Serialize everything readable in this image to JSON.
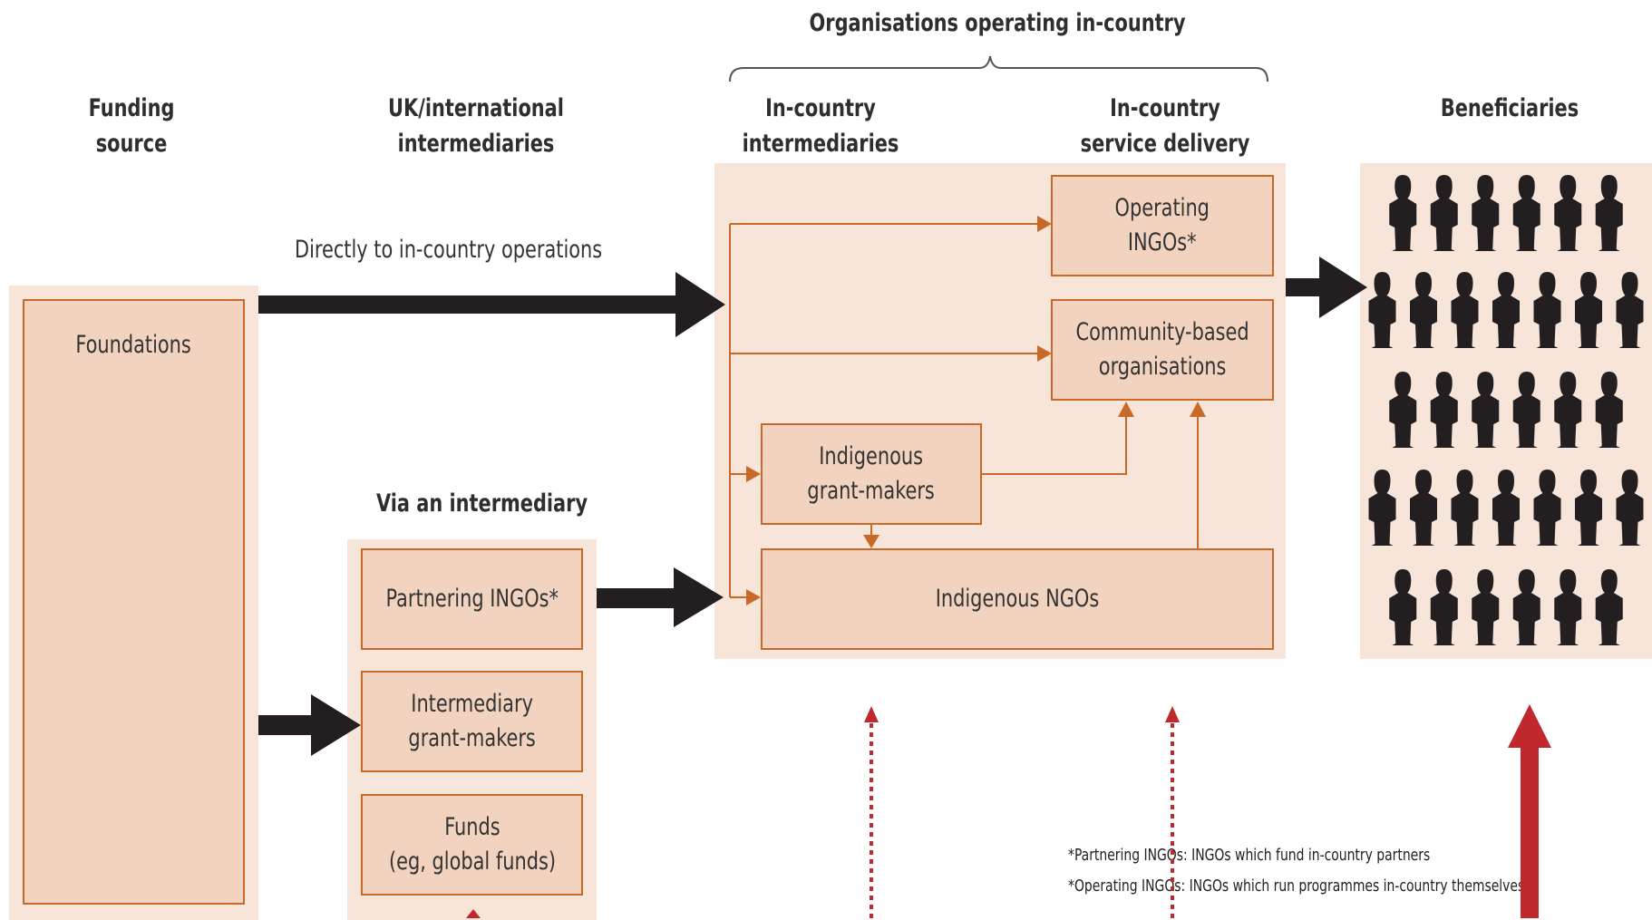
{
  "header": {
    "group_label": "Organisations operating in-country"
  },
  "columns": {
    "funding_source": "Funding\nsource",
    "uk_intermediaries": "UK/international\nintermediaries",
    "in_country_intermediaries": "In-country\nintermediaries",
    "in_country_service_delivery": "In-country\nservice delivery",
    "beneficiaries": "Beneficiaries"
  },
  "labels": {
    "direct_route": "Directly to in-country operations",
    "via_intermediary": "Via an intermediary"
  },
  "boxes": {
    "foundations": "Foundations",
    "partnering_ingos": "Partnering INGOs*",
    "intermediary_grant_makers": "Intermediary\ngrant-makers",
    "funds": "Funds\n(eg, global funds)",
    "operating_ingos": "Operating\nINGOs*",
    "community_based_orgs": "Community-based\norganisations",
    "indigenous_grant_makers": "Indigenous\ngrant-makers",
    "indigenous_ngos": "Indigenous NGOs"
  },
  "footnotes": [
    "*Partnering INGOs: INGOs which fund in-country partners",
    "*Operating INGOs: INGOs which run programmes in-country themselves"
  ],
  "beneficiary_rows": [
    6,
    7,
    6,
    7,
    6
  ],
  "colors": {
    "panel_fill": "#f7e5da",
    "box_fill": "#f2d3c0",
    "box_border": "#c8692a",
    "main_arrow": "#231f20",
    "red_arrow": "#c0282d"
  },
  "icons": {
    "person": "person-silhouette-icon"
  }
}
